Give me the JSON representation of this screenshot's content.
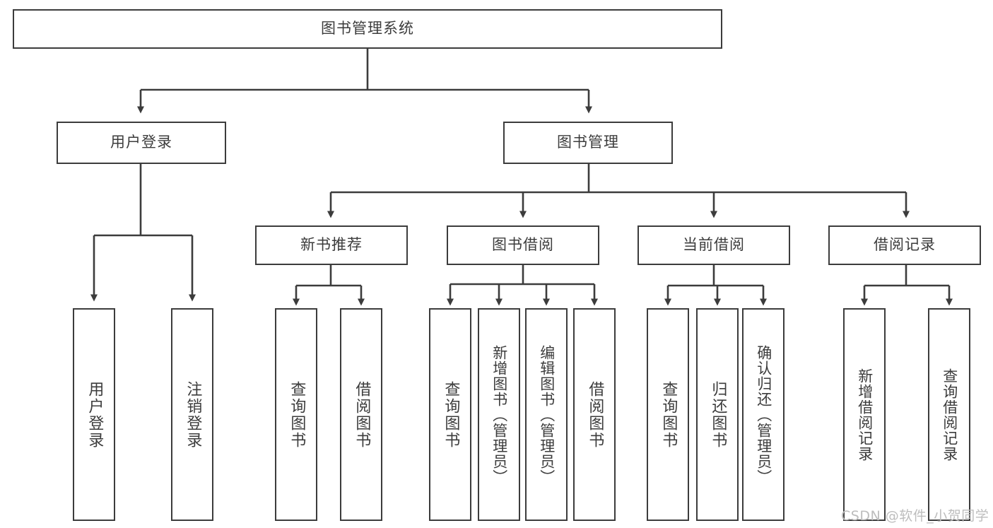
{
  "diagram": {
    "title": "图书管理系统",
    "type": "tree-hierarchy",
    "background_color": "#ffffff",
    "line_color": "#3c3c3c",
    "text_color": "#3c3c3c",
    "watermark": "CSDN @软件_小贺同学",
    "watermark_color": "#bdbdbd"
  },
  "nodes": {
    "root": {
      "label": "图书管理系统"
    },
    "level2": [
      {
        "label": "用户登录"
      },
      {
        "label": "图书管理"
      }
    ],
    "level3": [
      {
        "label": "新书推荐"
      },
      {
        "label": "图书借阅"
      },
      {
        "label": "当前借阅"
      },
      {
        "label": "借阅记录"
      }
    ],
    "leaves": {
      "user_login": [
        {
          "label": "用户登录"
        },
        {
          "label": "注销登录"
        }
      ],
      "new_book_recommend": [
        {
          "label": "查询图书"
        },
        {
          "label": "借阅图书"
        }
      ],
      "book_borrow": [
        {
          "label": "查询图书"
        },
        {
          "label": "新增图书（管理员）"
        },
        {
          "label": "编辑图书（管理员）"
        },
        {
          "label": "借阅图书"
        }
      ],
      "current_borrow": [
        {
          "label": "查询图书"
        },
        {
          "label": "归还图书"
        },
        {
          "label": "确认归还（管理员）"
        }
      ],
      "borrow_record": [
        {
          "label": "新增借阅记录"
        },
        {
          "label": "查询借阅记录"
        }
      ]
    }
  }
}
